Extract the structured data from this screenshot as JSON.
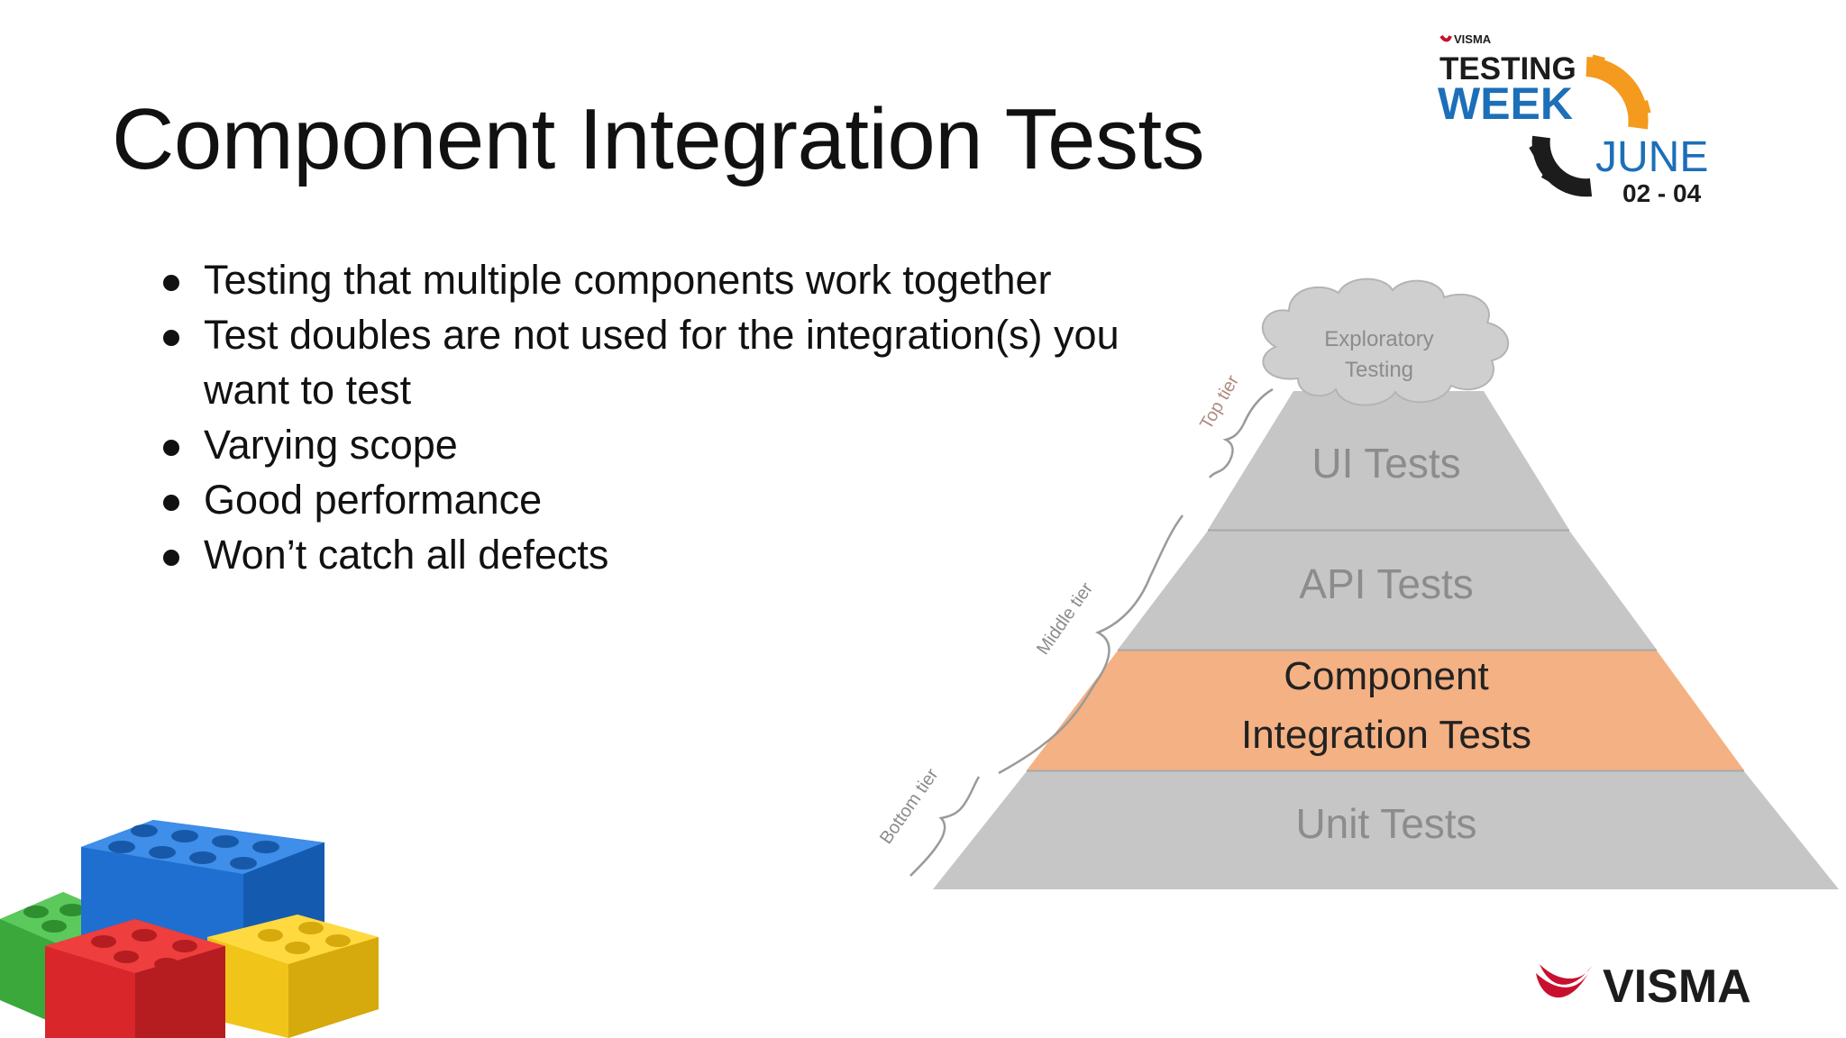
{
  "slide": {
    "title": "Component Integration Tests",
    "bullets": [
      "Testing that multiple components work together",
      "Test doubles are not used for the integration(s) you want to test",
      "Varying scope",
      "Good performance",
      "Won’t catch all defects"
    ]
  },
  "pyramid": {
    "cloud_lines": [
      "Exploratory",
      "Testing"
    ],
    "layers": {
      "ui": "UI Tests",
      "api": "API Tests",
      "component_line1": "Component",
      "component_line2": "Integration Tests",
      "unit": "Unit Tests"
    },
    "tiers": {
      "top": "Top tier",
      "middle": "Middle tier",
      "bottom": "Bottom tier"
    },
    "colors": {
      "layer_fill": "#c6c6c6",
      "layer_text": "#8c8c8c",
      "highlight_fill": "#f4b183",
      "highlight_text": "#222222",
      "tier_label": "#b08a7e"
    }
  },
  "logos": {
    "testing_week": {
      "brand": "VISMA",
      "line1": "TESTING",
      "line2": "WEEK",
      "month": "JUNE",
      "dates": "02 - 04"
    },
    "visma": {
      "text": "VISMA"
    }
  },
  "decor": {
    "image": "lego-bricks"
  }
}
